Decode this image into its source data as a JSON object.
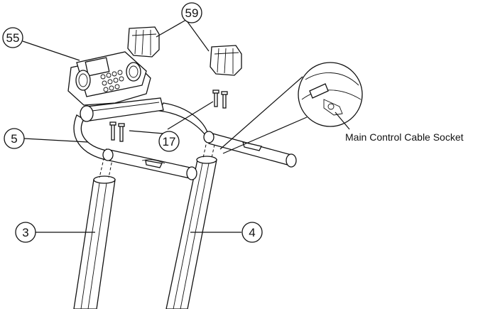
{
  "callouts": {
    "c55": "55",
    "c59": "59",
    "c5": "5",
    "c17": "17",
    "c3": "3",
    "c4": "4"
  },
  "caption": "Main Control Cable Socket",
  "colors": {
    "line": "#111111",
    "background": "#ffffff"
  }
}
